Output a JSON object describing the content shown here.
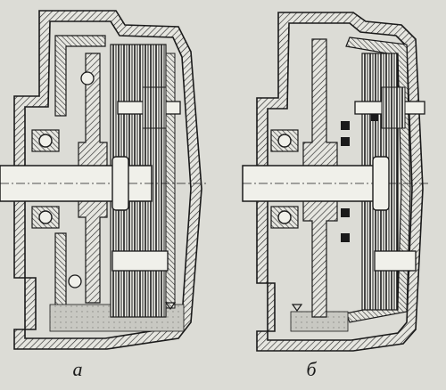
{
  "figure": {
    "background": "#dcdcd6",
    "ink": "#1a1a1a",
    "hatch": "#2b2b2b",
    "oil": "#c8c8c2",
    "panels": [
      {
        "id": "a",
        "caption": "а"
      },
      {
        "id": "b",
        "caption": "б"
      }
    ]
  }
}
